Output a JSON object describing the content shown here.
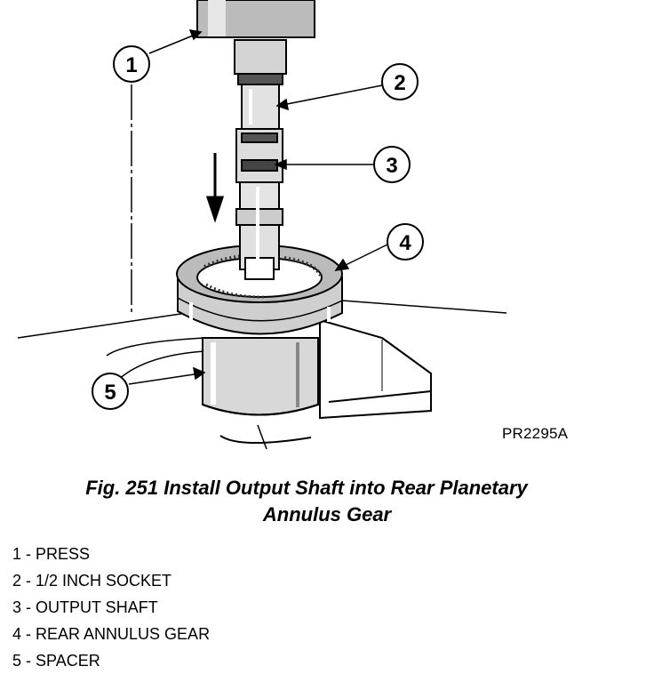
{
  "figure_code": "PR2295A",
  "caption": {
    "line1": "Fig. 251 Install Output Shaft into Rear Planetary",
    "line2": "Annulus Gear"
  },
  "callouts": [
    "1",
    "2",
    "3",
    "4",
    "5"
  ],
  "legend": [
    {
      "number": "1",
      "separator": " - ",
      "label": "PRESS"
    },
    {
      "number": "2",
      "separator": " - ",
      "label": "1/2 INCH SOCKET"
    },
    {
      "number": "3",
      "separator": " - ",
      "label": "OUTPUT SHAFT"
    },
    {
      "number": "4",
      "separator": " - ",
      "label": "REAR ANNULUS GEAR"
    },
    {
      "number": "5",
      "separator": " - ",
      "label": "SPACER"
    }
  ]
}
